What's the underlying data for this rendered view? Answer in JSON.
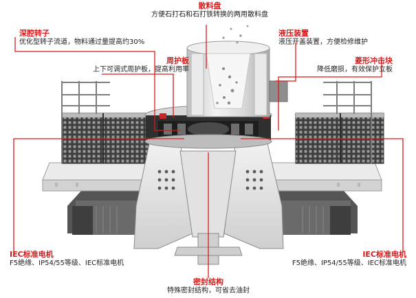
{
  "callouts": {
    "tray": {
      "title": "散料盘",
      "desc": "方便石打石和石打铁转换的两用散料盘"
    },
    "rotor": {
      "title": "深腔转子",
      "desc": "优化型转子流道，物料通过量提高约30%"
    },
    "hydraulic": {
      "title": "液压装置",
      "desc": "液压开盖装置，方便检修维护"
    },
    "guard": {
      "title": "周护板",
      "desc": "上下可调式周护板，提高利用率"
    },
    "rhombus": {
      "title": "菱形冲击块",
      "desc": "降低磨损，有效保护立板"
    },
    "motor_left": {
      "title": "IEC标准电机",
      "desc": "F5绝缘、IP54/55等级、IEC标准电机"
    },
    "motor_right": {
      "title": "IEC标准电机",
      "desc": "F5绝缘、IP54/55等级、IEC标准电机"
    },
    "seal": {
      "title": "密封结构",
      "desc": "特殊密封结构，可省去油封"
    }
  },
  "colors": {
    "accent": "#d81a1a",
    "machine_light": "#e6e6e6",
    "machine_dark": "#4a4a4a"
  }
}
